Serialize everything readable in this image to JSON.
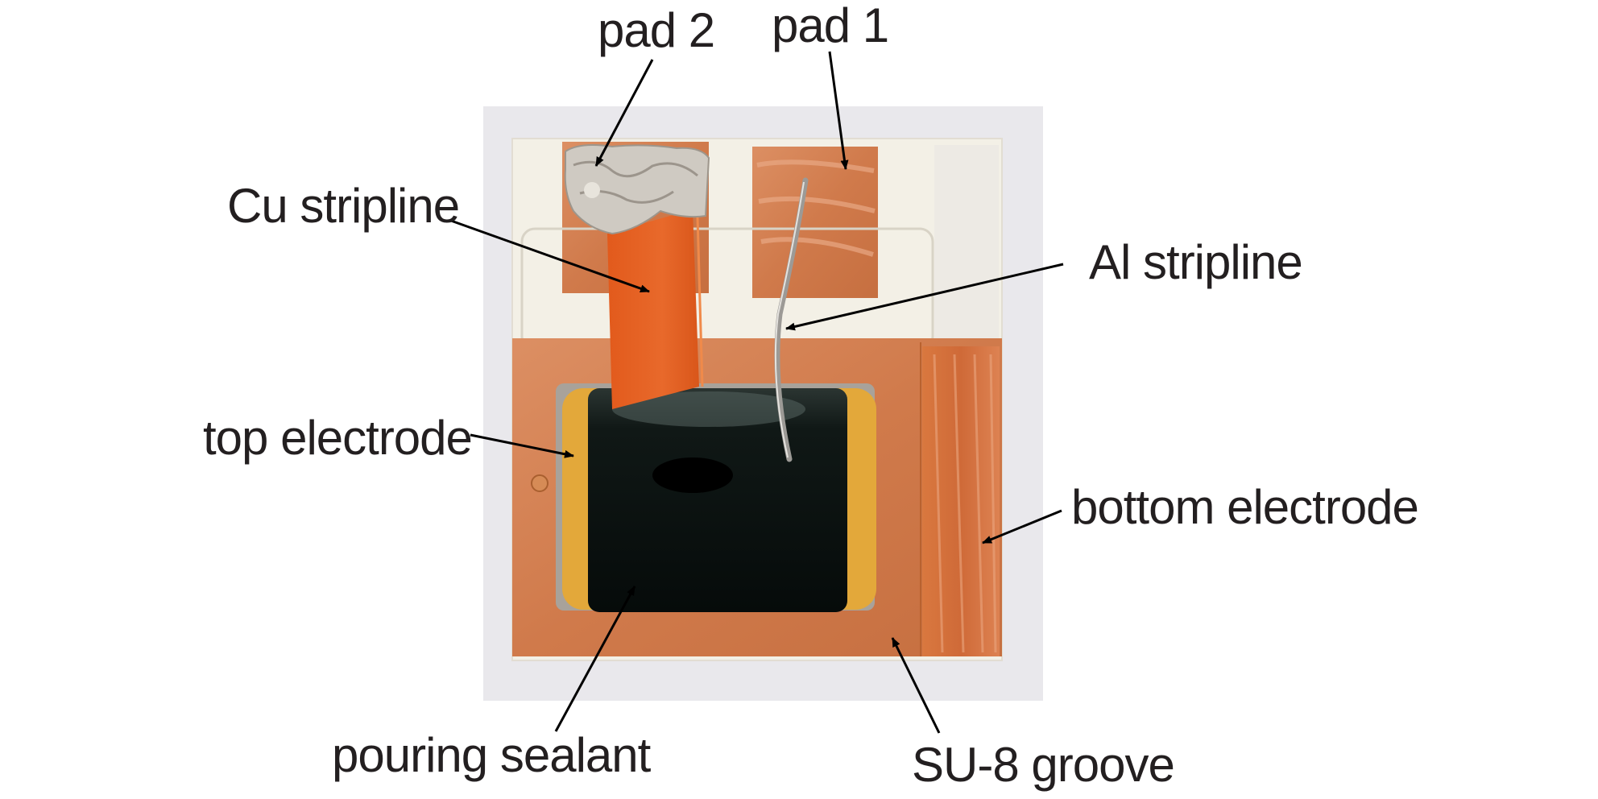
{
  "figure": {
    "labels": {
      "pad2": "pad 2",
      "pad1": "pad 1",
      "cu_stripline": "Cu stripline",
      "al_stripline": "Al stripline",
      "top_electrode": "top electrode",
      "bottom_electrode": "bottom electrode",
      "pouring_sealant": "pouring sealant",
      "su8_groove": "SU-8 groove"
    },
    "colors": {
      "background": "#ffffff",
      "photo_background": "#e9e8ec",
      "substrate": "#f2efe6",
      "copper": "#d98a5c",
      "copper_dark": "#c8703f",
      "cu_stripline": "#e0652a",
      "gold_electrode": "#e3a83a",
      "sealant": "#0d1412",
      "solder": "#cfcac2",
      "text": "#231f20",
      "arrow": "#000000"
    }
  }
}
